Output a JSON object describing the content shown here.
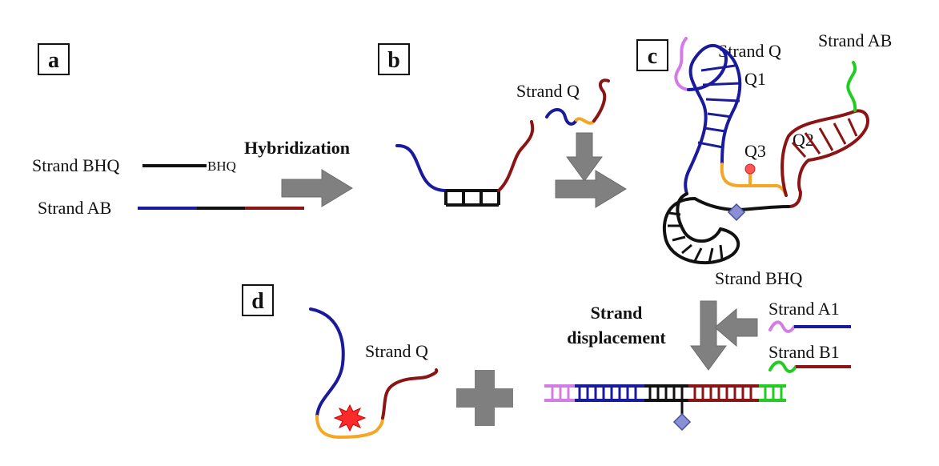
{
  "colors": {
    "blue": "#1a1a9c",
    "black": "#111111",
    "darkred": "#8b1414",
    "orange": "#f5a623",
    "violet": "#d37ce6",
    "green": "#22cc22",
    "arrow": "#808080",
    "quencher": "#8b8fd6",
    "fluor": "#ff3b3b"
  },
  "panels": {
    "a": "a",
    "b": "b",
    "c": "c",
    "d": "d"
  },
  "labels": {
    "strand_bhq": "Strand BHQ",
    "bhq": "BHQ",
    "strand_ab": "Strand AB",
    "hybridization": "Hybridization",
    "strand_q_b": "Strand Q",
    "strand_q_c": "Strand Q",
    "strand_ab_c": "Strand AB",
    "q1": "Q1",
    "q2": "Q2",
    "q3": "Q3",
    "strand_bhq_c": "Strand BHQ",
    "strand_displacement_1": "Strand",
    "strand_displacement_2": "displacement",
    "strand_a1": "Strand A1",
    "strand_b1": "Strand B1",
    "strand_q_d": "Strand Q"
  }
}
